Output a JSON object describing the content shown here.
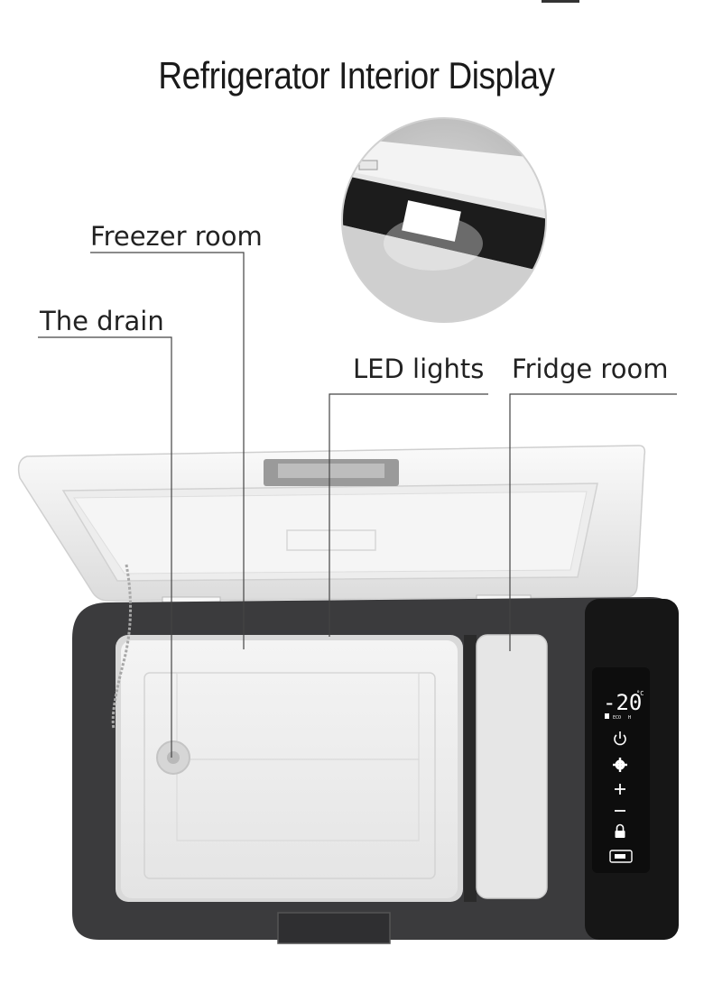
{
  "title": "Refrigerator Interior Display",
  "labels": {
    "freezer_room": "Freezer room",
    "the_drain": "The drain",
    "led_lights": "LED lights",
    "fridge_room": "Fridge room"
  },
  "control_panel": {
    "temperature": "-20",
    "unit": "°C",
    "mode_small": "ECO",
    "level_small": "H",
    "buttons": [
      "power-icon",
      "settings-gear-icon",
      "plus-icon",
      "minus-icon",
      "lock-icon",
      "battery-icon"
    ]
  },
  "colors": {
    "body_dark": "#3b3b3d",
    "lid_white": "#f2f2f2",
    "interior_light": "#e9e9e9",
    "panel_black": "#161616",
    "callout_line": "#444444"
  }
}
